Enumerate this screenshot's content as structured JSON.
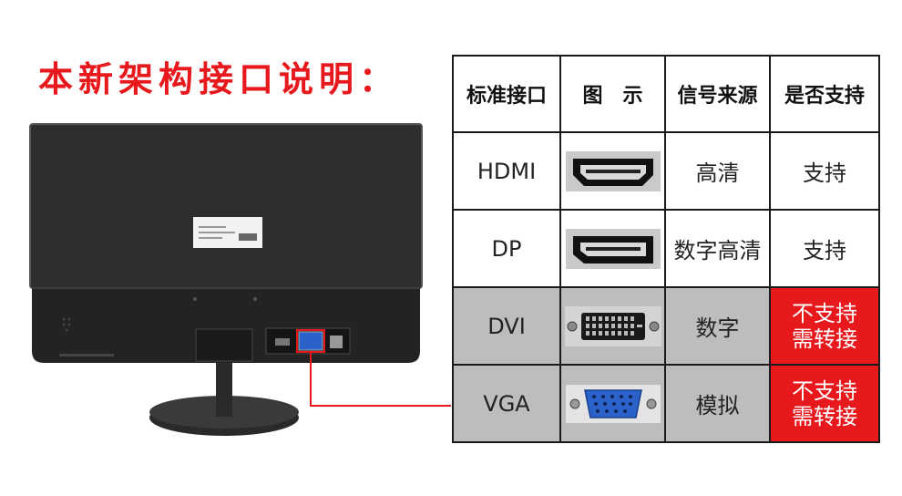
{
  "title": "本新架构接口说明：",
  "table": {
    "headers": [
      "标准接口",
      "图　示",
      "信号来源",
      "是否支持"
    ],
    "rows": [
      {
        "port": "HDMI",
        "connector_icon": "hdmi-connector-icon",
        "signal": "高清",
        "support": "支持",
        "supported": true
      },
      {
        "port": "DP",
        "connector_icon": "displayport-connector-icon",
        "signal": "数字高清",
        "support": "支持",
        "supported": true
      },
      {
        "port": "DVI",
        "connector_icon": "dvi-connector-icon",
        "signal": "数字",
        "support": "不支持\n需转接",
        "supported": false
      },
      {
        "port": "VGA",
        "connector_icon": "vga-connector-icon",
        "signal": "模拟",
        "support": "不支持\n需转接",
        "supported": false
      }
    ]
  },
  "colors": {
    "accent_red": "#e8191d",
    "unsupported_row_bg": "#bdbdbd",
    "monitor_body": "#2b2b2d",
    "vga_blue": "#2a62c9"
  }
}
